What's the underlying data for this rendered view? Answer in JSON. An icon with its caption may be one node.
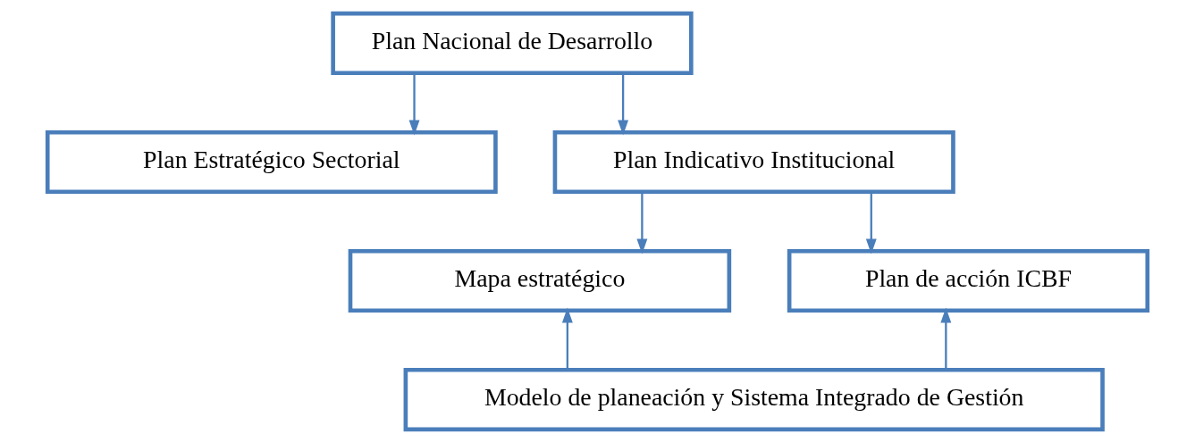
{
  "diagram": {
    "nodes": [
      {
        "text": [
          "Plan Nacional de Desarrollo"
        ]
      },
      {
        "text": [
          "Plan Estratégico Sectorial"
        ]
      },
      {
        "text": [
          "Plan Indicativo Institucional"
        ]
      },
      {
        "text": [
          "Mapa estratégico"
        ]
      },
      {
        "text": [
          "Plan de acción ICBF"
        ]
      },
      {
        "text": [
          "Modelo de planeación y Sistema Integrado de Gestión"
        ]
      }
    ],
    "edges": [
      {
        "from": 0,
        "to": 1,
        "arrow": "to"
      },
      {
        "from": 0,
        "to": 2,
        "arrow": "to"
      },
      {
        "from": 2,
        "to": 3,
        "arrow": "to"
      },
      {
        "from": 2,
        "to": 4,
        "arrow": "to"
      },
      {
        "from": 5,
        "to": 3,
        "arrow": "to"
      },
      {
        "from": 5,
        "to": 4,
        "arrow": "to"
      }
    ]
  }
}
